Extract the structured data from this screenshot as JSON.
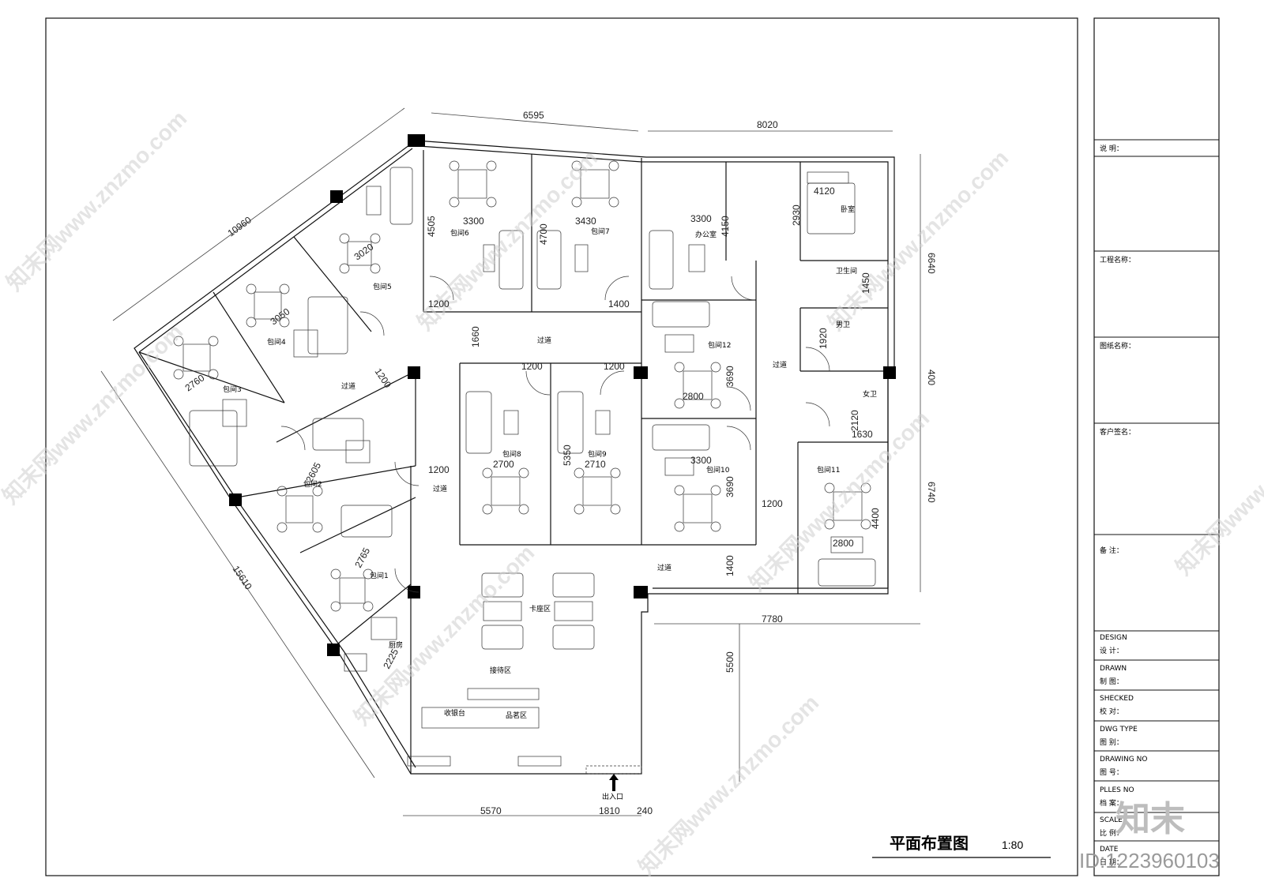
{
  "drawing": {
    "title": "平面布置图",
    "scale": "1:80",
    "id_text": "ID:1223960103",
    "brand_mark": "知末",
    "watermark_text": "知末网www.znzmo.com"
  },
  "dimensions": {
    "top_left": "6595",
    "top_right": "8020",
    "diag_upper": "10960",
    "diag_lower": "15610",
    "right_upper": "6640",
    "right_mid": "400",
    "right_lower": "6740",
    "bottom_a": "5570",
    "bottom_b": "1810",
    "bottom_c": "240",
    "lower_right": "7780",
    "vertical_5500": "5500",
    "vertical_1400": "1400",
    "vertical_1660": "1660"
  },
  "rooms": {
    "r6": "包间6",
    "r7": "包间7",
    "office": "办公室",
    "bedroom": "卧室",
    "wc": "卫生间",
    "men": "男卫",
    "women": "女卫",
    "r5": "包间5",
    "r4": "包间4",
    "r3": "包间3",
    "r2": "包间2",
    "r1": "包间1",
    "r8": "包间8",
    "r9": "包间9",
    "r12": "包间12",
    "r10": "包间10",
    "r11": "包间11",
    "corridor": "过道",
    "corridor2": "过道",
    "corridor3": "过道",
    "corridor4": "过道",
    "corridor5": "过道",
    "lounge": "卡座区",
    "kitchen": "厨房",
    "reception": "接待区",
    "cashier": "收银台",
    "tea": "品茗区",
    "entrance": "出入口"
  },
  "inner_dims": {
    "d3300a": "3300",
    "d3430": "3430",
    "d4505": "4505",
    "d4700": "4700",
    "d3300b": "3300",
    "d4150": "4150",
    "d4120": "4120",
    "d2930": "2930",
    "d1450": "1450",
    "d1920": "1920",
    "d1200a": "1200",
    "d1400a": "1400",
    "d1200b": "1200",
    "d1200c": "1200",
    "d1200d": "1200",
    "d1200e": "1200",
    "d1200f": "1200",
    "d3690a": "3690",
    "d3690b": "3690",
    "d2700": "2700",
    "d2710": "2710",
    "d5350": "5350",
    "d3300c": "3300",
    "d4400": "4400",
    "d2800": "2800",
    "d2120": "2120",
    "d1630": "1630",
    "d2760": "2760",
    "d3050": "3050",
    "d3020": "3020",
    "d2605": "2605",
    "d2765": "2765",
    "d2225": "2225",
    "d2800b": "2800"
  },
  "title_block": {
    "notes": "说 明：",
    "project": "工程名称：",
    "drawing_name": "图纸名称：",
    "client": "客户签名：",
    "remarks": "备 注：",
    "design_en": "DESIGN",
    "design_cn": "设  计：",
    "drawn_en": "DRAWN",
    "drawn_cn": "制  图：",
    "checked_en": "SHECKED",
    "checked_cn": "校  对：",
    "type_en": "DWG TYPE",
    "type_cn": "图  别：",
    "no_en": "DRAWING NO",
    "no_cn": "图  号：",
    "files_en": "PLLES NO",
    "files_cn": "档  案：",
    "scale_en": "SCALE",
    "scale_cn": "比  例：",
    "date_en": "DATE",
    "date_cn": "日  期："
  }
}
